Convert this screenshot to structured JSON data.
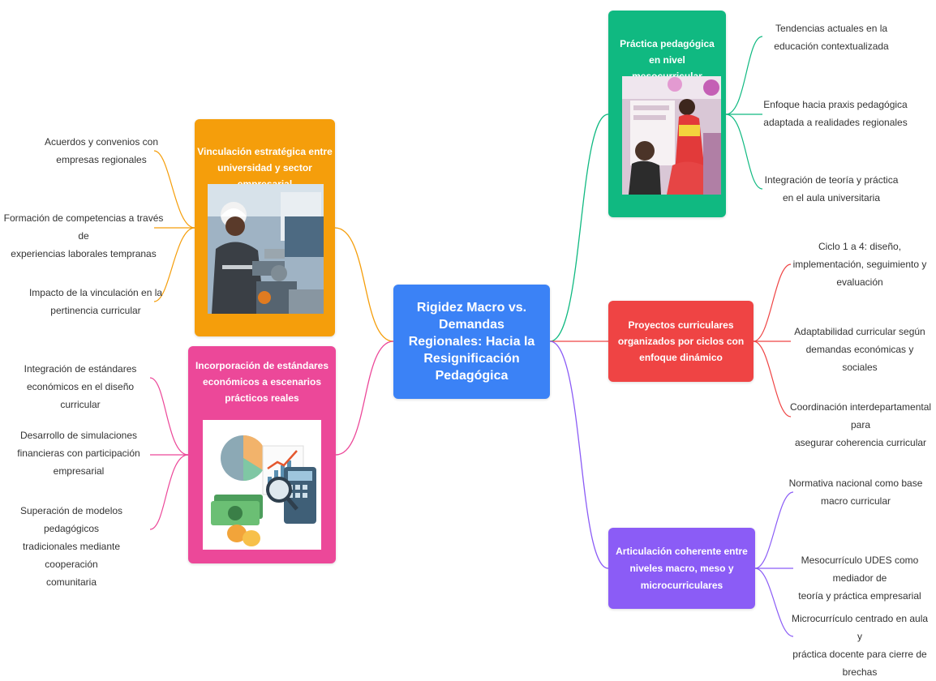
{
  "colors": {
    "central": "#3b82f6",
    "vinculacion": "#f59e0b",
    "incorporacion": "#ec4899",
    "practica": "#10b981",
    "proyectos": "#ef4444",
    "articulacion": "#8b5cf6"
  },
  "central": {
    "title": "Rigidez Macro vs. Demandas Regionales: Hacia la Resignificación Pedagógica"
  },
  "vinculacion": {
    "title": "Vinculación estratégica entre universidad y sector empresarial",
    "image": "industrial-worker-photo",
    "leaves": [
      "Acuerdos y convenios con\nempresas regionales",
      "Formación de competencias a través de\nexperiencias laborales tempranas",
      "Impacto de la vinculación en la\npertinencia curricular"
    ]
  },
  "incorporacion": {
    "title": "Incorporación de estándares económicos a escenarios prácticos reales",
    "image": "finance-charts-calculator-illustration",
    "leaves": [
      "Integración de estándares\neconómicos en el diseño curricular",
      "Desarrollo de simulaciones\nfinancieras con participación\nempresarial",
      "Superación de modelos pedagógicos\ntradicionales mediante cooperación\ncomunitaria"
    ]
  },
  "practica": {
    "title": "Práctica pedagógica en nivel mesocurricular",
    "image": "classroom-practice-photo",
    "leaves": [
      "Tendencias actuales en la\neducación contextualizada",
      "Enfoque hacia praxis pedagógica\nadaptada a realidades regionales",
      "Integración de teoría y práctica\nen el aula universitaria"
    ]
  },
  "proyectos": {
    "title": "Proyectos curriculares organizados por ciclos con enfoque dinámico",
    "leaves": [
      "Ciclo 1 a 4: diseño,\nimplementación, seguimiento y\nevaluación",
      "Adaptabilidad curricular según\ndemandas económicas y sociales",
      "Coordinación interdepartamental para\nasegurar coherencia curricular"
    ]
  },
  "articulacion": {
    "title": "Articulación coherente entre niveles macro, meso y microcurriculares",
    "leaves": [
      "Normativa nacional como base\nmacro curricular",
      "Mesocurrículo UDES como mediador de\nteoría y práctica empresarial",
      "Microcurrículo centrado en aula y\npráctica docente para cierre de\nbrechas"
    ]
  }
}
